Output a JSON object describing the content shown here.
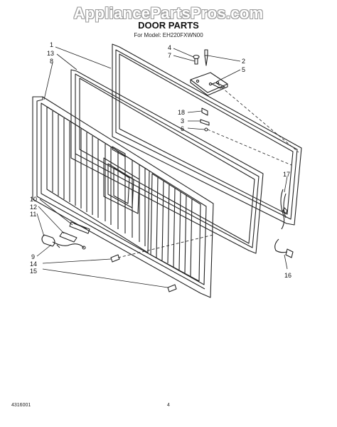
{
  "watermark": "AppliancePartsPros.com",
  "title": "DOOR PARTS",
  "model_line": "For Model: EH220FXWN00",
  "footer": {
    "doc_number": "4316001",
    "page_number": "4"
  },
  "callouts": [
    "1",
    "13",
    "8",
    "4",
    "7",
    "2",
    "5",
    "18",
    "3",
    "6",
    "17",
    "10",
    "12",
    "11",
    "9",
    "14",
    "15",
    "16"
  ]
}
